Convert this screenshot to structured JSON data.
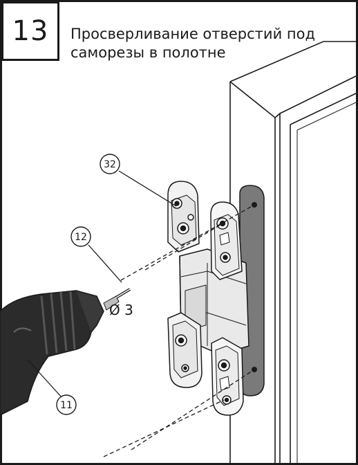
{
  "step": {
    "number": "13",
    "title": "Просверливание отверстий под саморезы в полотне"
  },
  "callouts": {
    "hinge": "32",
    "drill_bit": "12",
    "drill": "11"
  },
  "dimension": {
    "diameter": "Ø 3"
  },
  "colors": {
    "line": "#1a1a1a",
    "hinge_fill": "#f2f2f2",
    "hinge_shade": "#d9d9d9",
    "strip": "#7a7a7a",
    "drill_body": "#2b2b2b"
  }
}
